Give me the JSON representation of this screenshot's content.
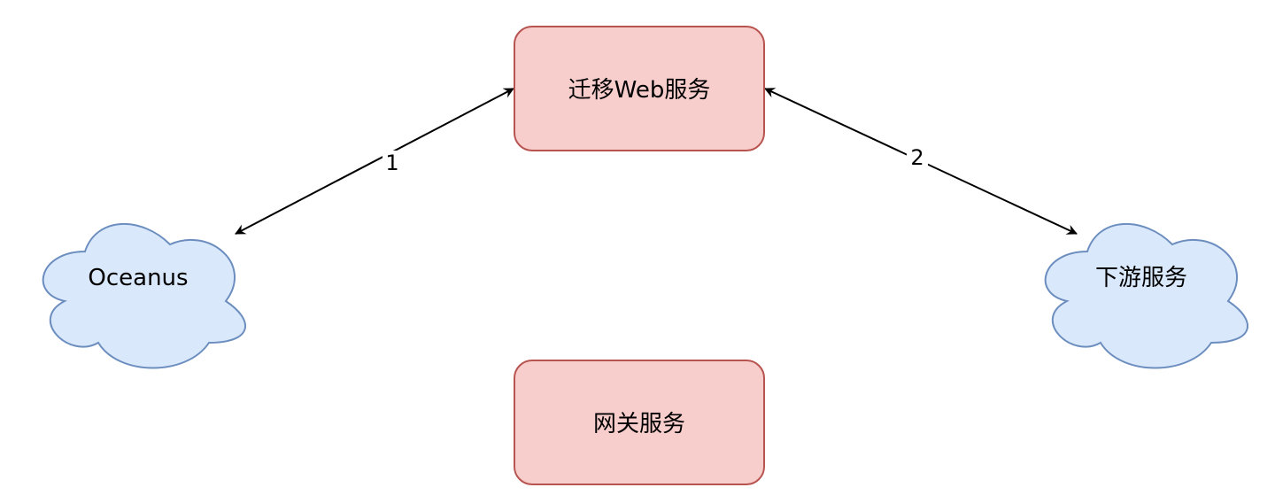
{
  "diagram": {
    "nodes": {
      "migration_web_service": {
        "label": "迁移Web服务",
        "shape": "rounded-rect"
      },
      "gateway_service": {
        "label": "网关服务",
        "shape": "rounded-rect"
      },
      "oceanus": {
        "label": "Oceanus",
        "shape": "cloud"
      },
      "downstream_service": {
        "label": "下游服务",
        "shape": "cloud"
      }
    },
    "edges": [
      {
        "from": "oceanus",
        "to": "migration_web_service",
        "label": "1",
        "direction": "bidirectional"
      },
      {
        "from": "migration_web_service",
        "to": "downstream_service",
        "label": "2",
        "direction": "bidirectional"
      }
    ],
    "colors": {
      "box_fill": "#f8cecc",
      "box_stroke": "#b85450",
      "cloud_fill": "#dae8fc",
      "cloud_stroke": "#6c8ebf",
      "edge_stroke": "#000000"
    }
  }
}
